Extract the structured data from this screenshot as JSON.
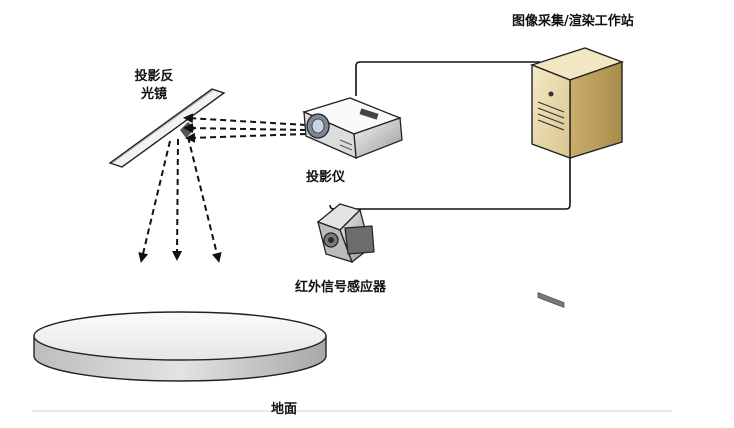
{
  "diagram": {
    "labels": {
      "mirror_line1": "投影反",
      "mirror_line2": "光镜",
      "workstation": "图像采集/渲染工作站",
      "projector": "投影仪",
      "ir_sensor": "红外信号感应器",
      "ground": "地面"
    },
    "components": [
      "projection-mirror",
      "projector",
      "workstation",
      "ir-sensor",
      "ground-disc"
    ],
    "connections": [
      {
        "from": "projector",
        "to": "workstation",
        "style": "solid"
      },
      {
        "from": "ir-sensor",
        "to": "workstation",
        "style": "solid"
      },
      {
        "from": "projector",
        "to": "projection-mirror",
        "style": "dashed-arrow"
      },
      {
        "from": "projection-mirror",
        "to": "ground",
        "style": "dashed-arrow"
      }
    ]
  }
}
